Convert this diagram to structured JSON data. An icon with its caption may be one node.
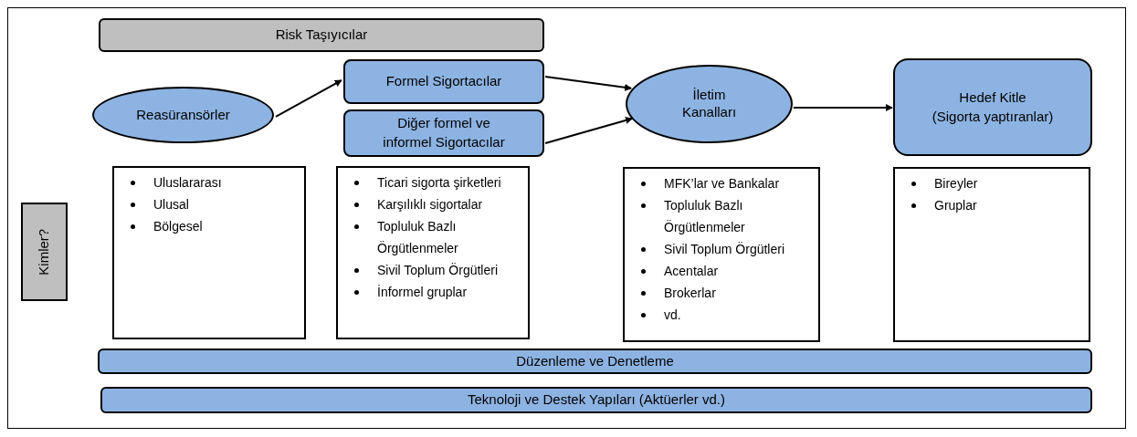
{
  "diagram": {
    "nodes": [
      {
        "text": [
          "Risk Taşıyıcılar"
        ]
      },
      {
        "text": [
          "Reasüransörler"
        ]
      },
      {
        "text": [
          "Formel Sigortacılar"
        ]
      },
      {
        "text": [
          "Diğer formel ve informel Sigortacılar"
        ]
      },
      {
        "text": [
          "İletim Kanalları"
        ]
      },
      {
        "text": [
          "Hedef Kitle",
          "(Sigorta yaptıranlar)"
        ]
      },
      {
        "text": [
          "Kimler?"
        ]
      },
      {
        "text": [
          "Uluslararası",
          "Ulusal",
          "Bölgesel"
        ]
      },
      {
        "text": [
          "Ticari sigorta şirketleri",
          "Karşılıklı sigortalar",
          "Topluluk Bazlı Örgütlenmeler",
          "Sivil Toplum Örgütleri",
          "İnformel gruplar"
        ]
      },
      {
        "text": [
          "MFK’lar ve Bankalar",
          "Topluluk Bazlı Örgütlenmeler",
          "Sivil Toplum Örgütleri",
          "Acentalar",
          "Brokerlar",
          "vd."
        ]
      },
      {
        "text": [
          "Bireyler",
          "Gruplar"
        ]
      },
      {
        "text": [
          "Düzenleme ve Denetleme"
        ]
      },
      {
        "text": [
          "Teknoloji ve Destek Yapıları (Aktüerler vd.)"
        ]
      }
    ],
    "edges": [
      {
        "from": 1,
        "to": 2,
        "arrow": "to"
      },
      {
        "from": 2,
        "to": 4,
        "arrow": "to"
      },
      {
        "from": 3,
        "to": 4,
        "arrow": "to"
      },
      {
        "from": 4,
        "to": 5,
        "arrow": "to"
      }
    ]
  }
}
